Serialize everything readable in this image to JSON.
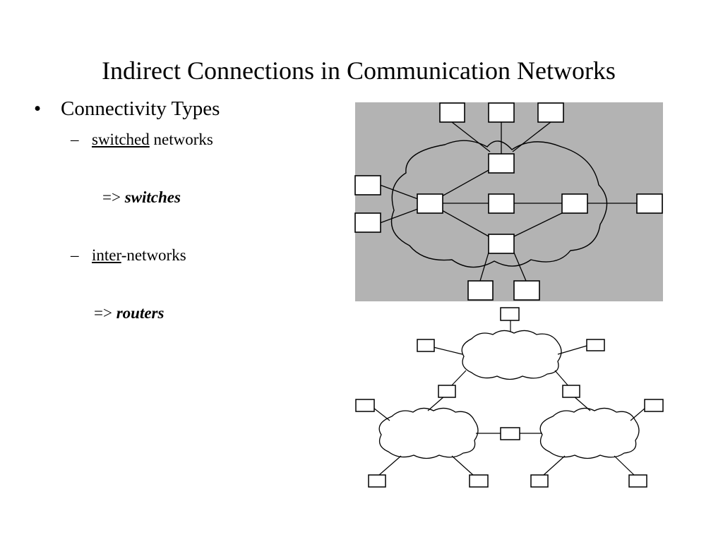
{
  "slide": {
    "title": "Indirect Connections in Communication Networks",
    "bullet": {
      "marker": "•",
      "text": "Connectivity Types"
    },
    "items": [
      {
        "dash": "–",
        "underlined": "switched",
        "rest": " networks",
        "arrow": "=>",
        "term": "switches"
      },
      {
        "dash": "–",
        "underlined": "inter",
        "rest": "-networks",
        "arrow": "=>",
        "term": "routers"
      }
    ]
  },
  "colors": {
    "switched_panel_bg": "#b3b3b3",
    "line": "#000000",
    "node_fill": "#ffffff"
  }
}
